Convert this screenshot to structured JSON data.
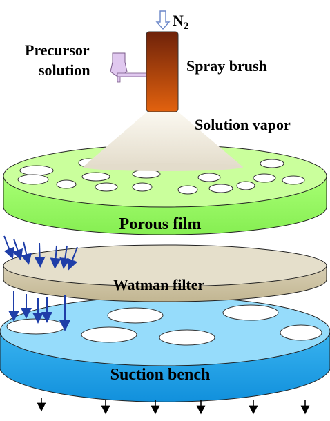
{
  "labels": {
    "gas": "N",
    "gas_subscript": "2",
    "precursor_line1": "Precursor",
    "precursor_line2": "solution",
    "spray_brush": "Spray brush",
    "solution_vapor": "Solution vapor",
    "porous_film": "Porous film",
    "watman_filter": "Watman filter",
    "suction_bench": "Suction bench"
  },
  "colors": {
    "porous_film": "#99ff66",
    "porous_film_top": "#ccff99",
    "watman_filter": "#cfc4a6",
    "watman_filter_top": "#e6dfcc",
    "suction_bench": "#1aa3e8",
    "suction_bench_top": "#99ddff",
    "brush_top": "#7a2a0a",
    "brush_bottom": "#e0600e",
    "precursor_container": "#e0c8ef",
    "arrow_blue": "#1f3ea8",
    "n2_arrow": "#6a86c8"
  },
  "icons": {
    "gas_inlet": "down-arrow-icon",
    "flow": "down-arrow-icon"
  }
}
